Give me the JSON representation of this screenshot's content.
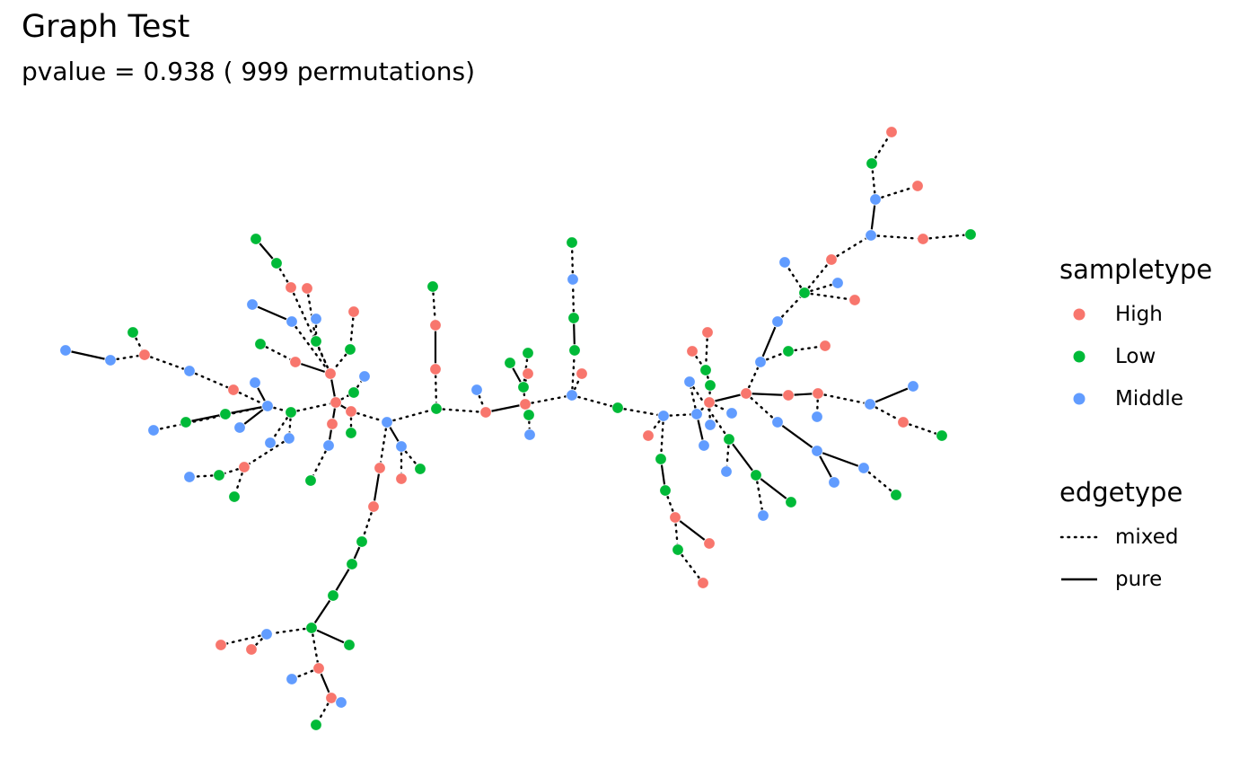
{
  "title": "Graph Test",
  "subtitle": "pvalue =  0.938 ( 999  permutations)",
  "colors": {
    "High": "#F8766D",
    "Low": "#00BA38",
    "Middle": "#619CFF"
  },
  "legend": {
    "sampletype": {
      "title": "sampletype",
      "items": [
        "High",
        "Low",
        "Middle"
      ]
    },
    "edgetype": {
      "title": "edgetype",
      "items": [
        "mixed",
        "pure"
      ]
    }
  }
}
